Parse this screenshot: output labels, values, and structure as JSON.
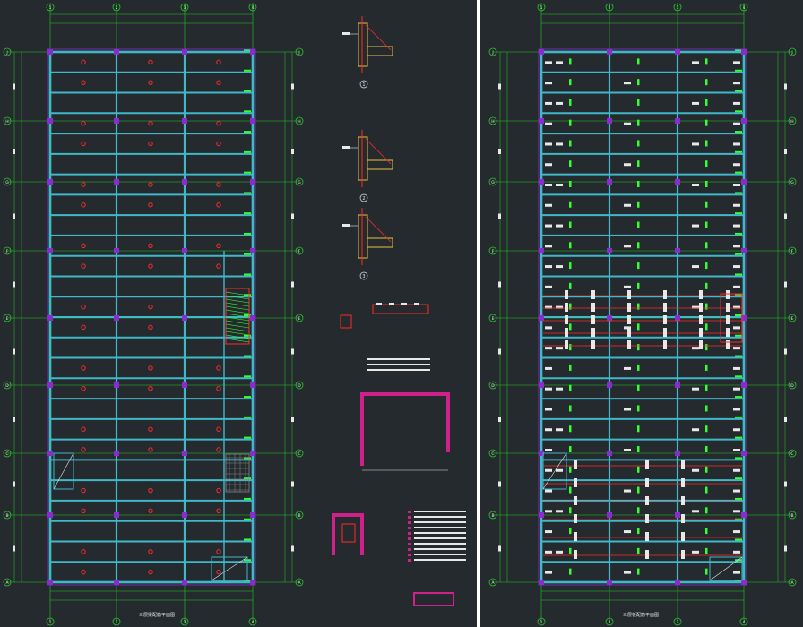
{
  "sheets": [
    {
      "id": "left",
      "col_labels": [
        "1",
        "2",
        "3",
        "4"
      ],
      "row_labels": [
        "J",
        "H",
        "G",
        "F",
        "E",
        "D",
        "C",
        "B",
        "A"
      ],
      "title": "三层梁配筋平面图"
    },
    {
      "id": "right",
      "col_labels": [
        "1",
        "2",
        "3",
        "4"
      ],
      "row_labels": [
        "J",
        "H",
        "G",
        "F",
        "E",
        "D",
        "C",
        "B",
        "A"
      ],
      "title": "三层板配筋平面图"
    }
  ],
  "details": {
    "section_labels": [
      "1",
      "2",
      "3"
    ]
  },
  "colors": {
    "background": "#252a2e",
    "grid_line": "#22cc22",
    "beam": "#3fb8c8",
    "column": "#8a2ad0",
    "marker_red": "#ff2a2a",
    "rebar_green": "#33ff33",
    "label_white": "#e8e8e8",
    "detail_yellow": "#e8c040",
    "detail_magenta": "#d0208a"
  }
}
